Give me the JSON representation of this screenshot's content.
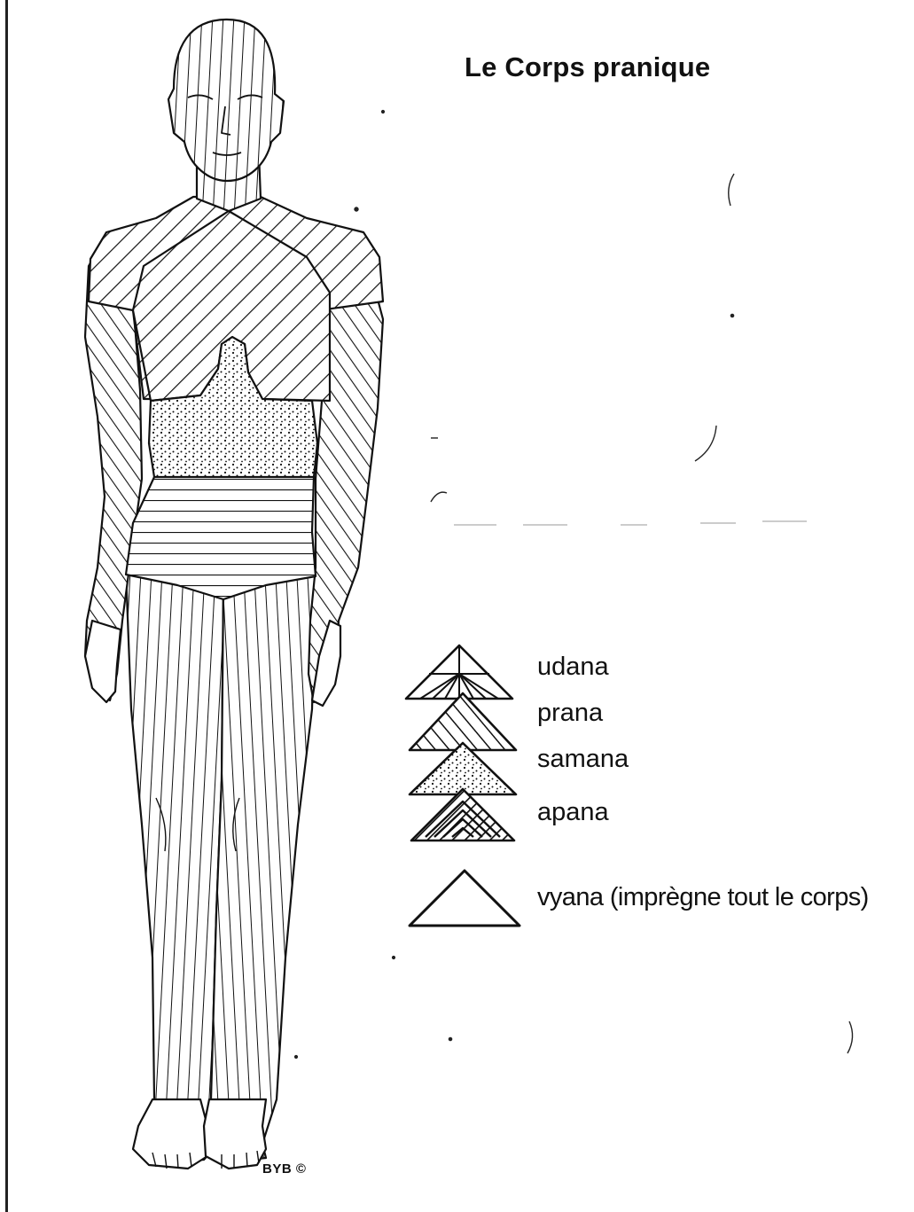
{
  "title": "Le Corps pranique",
  "legend": [
    {
      "label": "udana",
      "pattern": "radiating-lines"
    },
    {
      "label": "prana",
      "pattern": "diagonal-stripes"
    },
    {
      "label": "samana",
      "pattern": "stipple-dots"
    },
    {
      "label": "apana",
      "pattern": "chevron-stripes"
    },
    {
      "label": "vyana (imprègne tout le corps)",
      "pattern": "empty"
    }
  ],
  "signature": "BYB ©",
  "colors": {
    "ink": "#111111",
    "paper": "#ffffff"
  }
}
